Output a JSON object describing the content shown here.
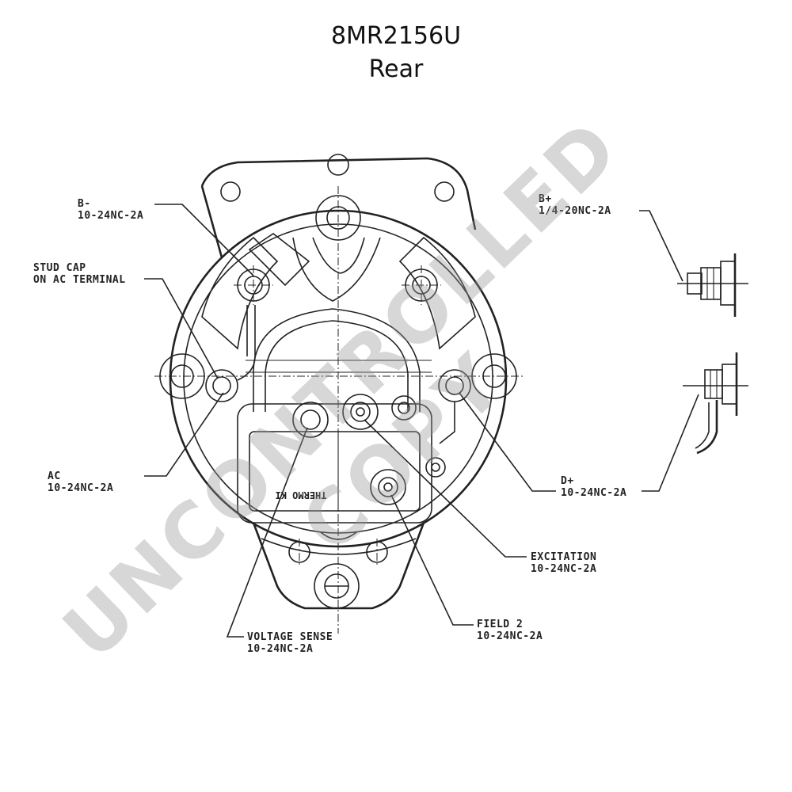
{
  "header": {
    "part_number": "8MR2156U",
    "view": "Rear"
  },
  "callouts": {
    "b_minus": {
      "name": "B-",
      "spec": "10-24NC-2A"
    },
    "b_plus": {
      "name": "B+",
      "spec": "1/4-20NC-2A"
    },
    "stud_cap": {
      "line1": "STUD CAP",
      "line2": "ON AC TERMINAL"
    },
    "ac": {
      "name": "AC",
      "spec": "10-24NC-2A"
    },
    "d_plus": {
      "name": "D+",
      "spec": "10-24NC-2A"
    },
    "excitation": {
      "name": "EXCITATION",
      "spec": "10-24NC-2A"
    },
    "field_2": {
      "name": "FIELD 2",
      "spec": "10-24NC-2A"
    },
    "voltage_sense": {
      "name": "VOLTAGE SENSE",
      "spec": "10-24NC-2A"
    }
  },
  "regulator": {
    "plate_text": "THERMO KI"
  },
  "watermark": "UNCONTROLLED COPY"
}
